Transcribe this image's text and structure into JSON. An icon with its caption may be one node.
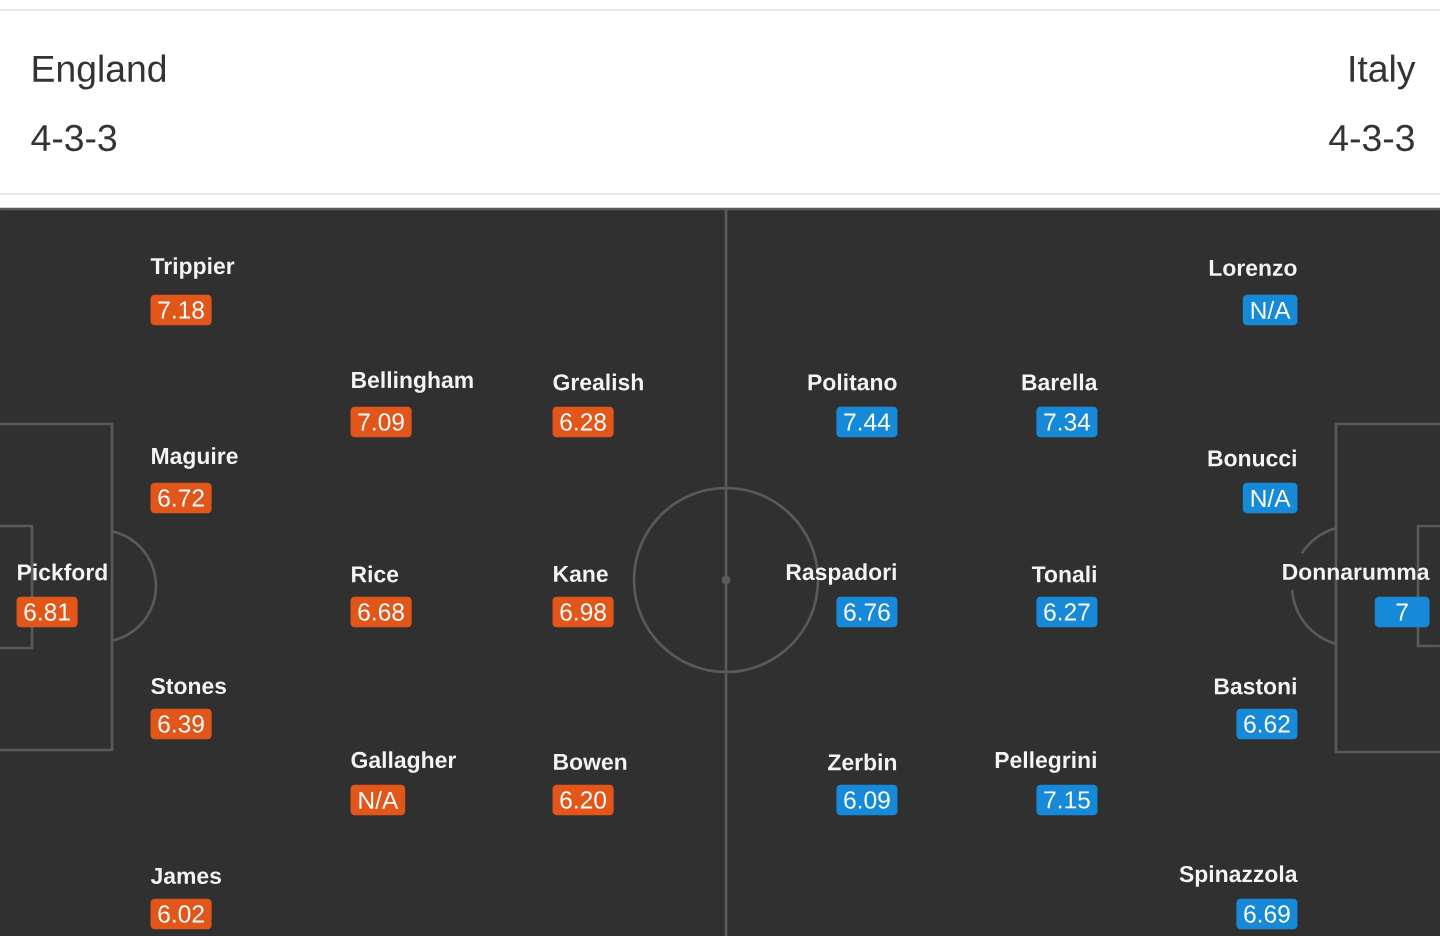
{
  "diagram": {
    "nodes": [
      {
        "text": [
          "Pickford",
          "6.81"
        ]
      },
      {
        "text": [
          "Trippier",
          "7.18"
        ]
      },
      {
        "text": [
          "Maguire",
          "6.72"
        ]
      },
      {
        "text": [
          "Stones",
          "6.39"
        ]
      },
      {
        "text": [
          "James",
          "6.02"
        ]
      },
      {
        "text": [
          "Bellingham",
          "7.09"
        ]
      },
      {
        "text": [
          "Rice",
          "6.68"
        ]
      },
      {
        "text": [
          "Gallagher",
          "N/A"
        ]
      },
      {
        "text": [
          "Grealish",
          "6.28"
        ]
      },
      {
        "text": [
          "Kane",
          "6.98"
        ]
      },
      {
        "text": [
          "Bowen",
          "6.20"
        ]
      },
      {
        "text": [
          "Donnarumma",
          "7"
        ]
      },
      {
        "text": [
          "Lorenzo",
          "N/A"
        ]
      },
      {
        "text": [
          "Bonucci",
          "N/A"
        ]
      },
      {
        "text": [
          "Bastoni",
          "6.62"
        ]
      },
      {
        "text": [
          "Spinazzola",
          "6.69"
        ]
      },
      {
        "text": [
          "Barella",
          "7.34"
        ]
      },
      {
        "text": [
          "Tonali",
          "6.27"
        ]
      },
      {
        "text": [
          "Pellegrini",
          "7.15"
        ]
      },
      {
        "text": [
          "Politano",
          "7.44"
        ]
      },
      {
        "text": [
          "Raspadori",
          "6.76"
        ]
      },
      {
        "text": [
          "Zerbin",
          "6.09"
        ]
      }
    ],
    "labels": [
      "England",
      "4-3-3",
      "Italy",
      "4-3-3"
    ]
  }
}
